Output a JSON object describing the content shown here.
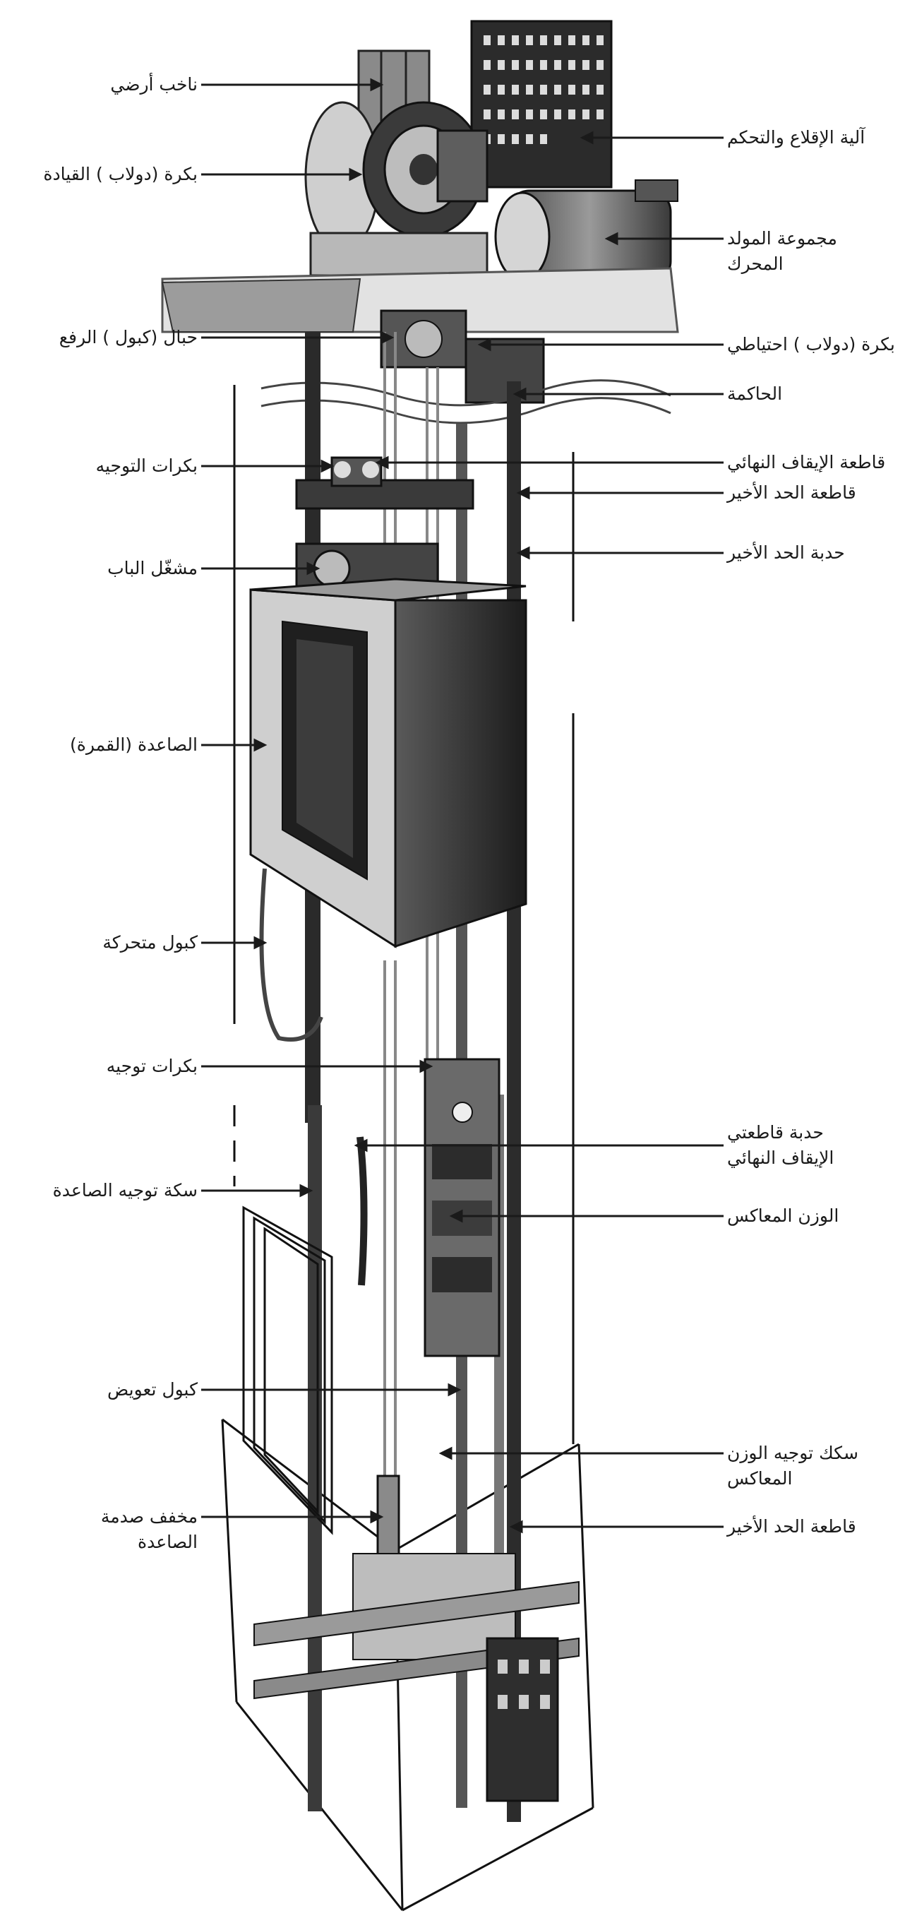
{
  "diagram": {
    "labels_left": [
      {
        "id": "ground-selector",
        "text": "ناخب أرضي"
      },
      {
        "id": "drive-sheave",
        "text": "بكرة (دولاب ) القيادة"
      },
      {
        "id": "hoist-ropes",
        "text": "حبال (كبول ) الرفع"
      },
      {
        "id": "guide-rollers-top",
        "text": "بكرات التوجيه"
      },
      {
        "id": "door-operator",
        "text": "مشغّل الباب"
      },
      {
        "id": "car-cabin",
        "text": "الصاعدة (القمرة)"
      },
      {
        "id": "traveling-cable",
        "text": "كبول متحركة"
      },
      {
        "id": "guide-rollers-lower",
        "text": "بكرات توجيه"
      },
      {
        "id": "car-guide-rail",
        "text": "سكة توجيه الصاعدة"
      },
      {
        "id": "compensation-cable",
        "text": "كبول تعويض"
      },
      {
        "id": "car-buffer",
        "text": [
          "مخفف صدمة",
          "الصاعدة"
        ]
      }
    ],
    "labels_right": [
      {
        "id": "control-mechanism",
        "text": "آلية الإقلاع والتحكم"
      },
      {
        "id": "motor-generator-set",
        "text": [
          "مجموعة المولد",
          "المحرك"
        ]
      },
      {
        "id": "secondary-sheave",
        "text": "بكرة (دولاب ) احتياطي"
      },
      {
        "id": "governor",
        "text": "الحاكمة"
      },
      {
        "id": "final-stop-switch",
        "text": "قاطعة الإيقاف النهائي"
      },
      {
        "id": "limit-switch-top",
        "text": "قاطعة الحد الأخير"
      },
      {
        "id": "limit-cam",
        "text": "حدبة الحد الأخير"
      },
      {
        "id": "final-stop-cam",
        "text": [
          "حدبة قاطعتي",
          "الإيقاف النهائي"
        ]
      },
      {
        "id": "counterweight",
        "text": "الوزن المعاكس"
      },
      {
        "id": "counterweight-rails",
        "text": [
          "سكك توجيه الوزن",
          "المعاكس"
        ]
      },
      {
        "id": "limit-switch-bottom",
        "text": "قاطعة الحد الأخير"
      }
    ]
  }
}
